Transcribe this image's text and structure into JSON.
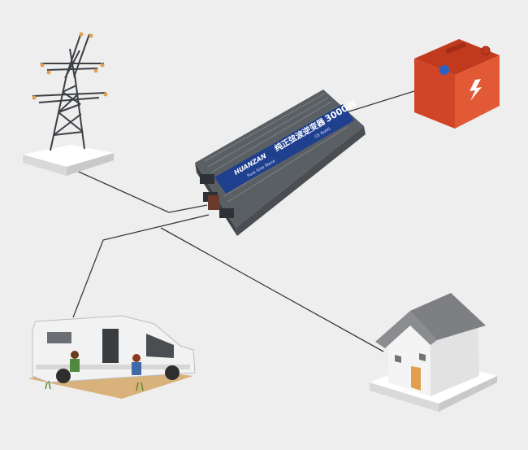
{
  "colors": {
    "background": "#eeeeee",
    "wire": "#3a3a3a",
    "inverter_body": "#5a5f63",
    "label_band": "#1f3f8f",
    "battery_body": "#e04a2a",
    "battery_top": "#c23a1e",
    "roof": "#7d7f82",
    "house_wall": "#f4f4f4",
    "door": "#e0a050",
    "tower": "#3c3f44",
    "rv_body": "#f2f2f2"
  },
  "icons": {
    "tower": "power-transmission-tower-icon",
    "battery": "car-battery-icon",
    "rv": "camper-van-icon",
    "house": "house-icon",
    "inverter": "power-inverter-icon"
  },
  "inverter": {
    "brand": "HUANZAN",
    "title": "纯正弦波逆变器",
    "power": "3000W",
    "subtitle": "Pure Sine Wave",
    "cert": "CE RoHS"
  }
}
